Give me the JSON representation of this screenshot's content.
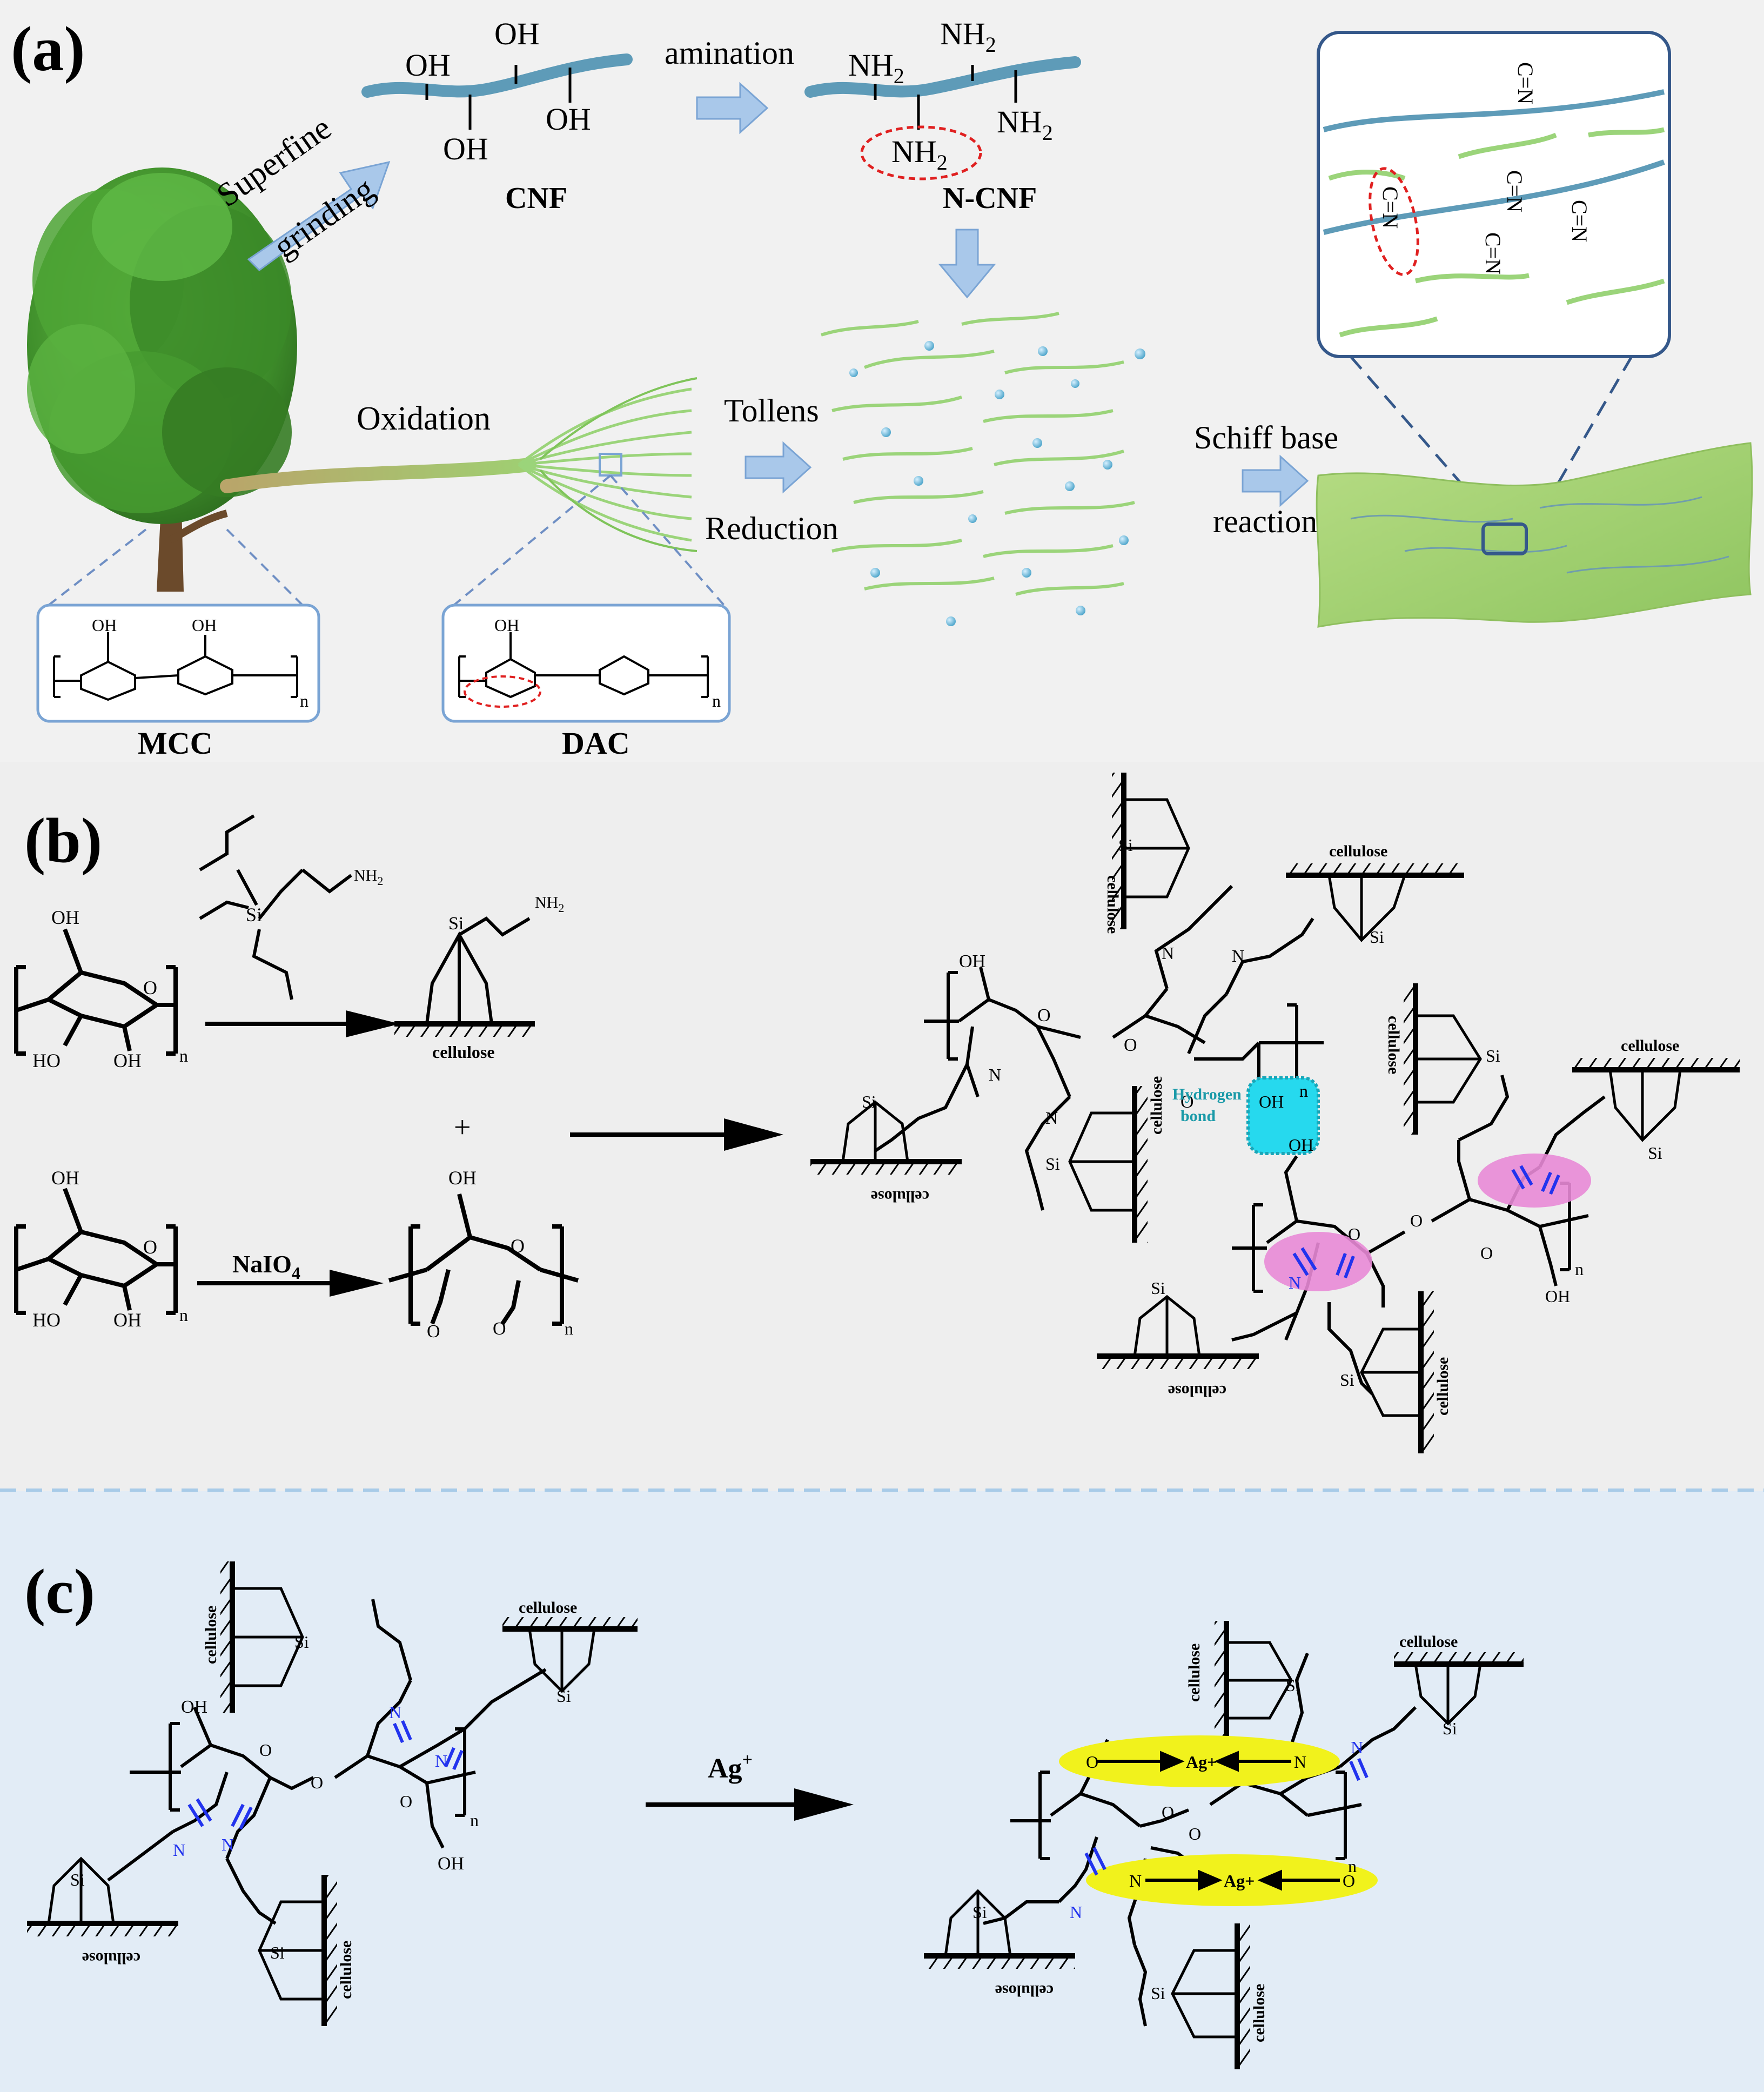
{
  "panels": {
    "a": {
      "label": "(a)",
      "texts": {
        "superfine": "Superfine",
        "grinding": "grinding",
        "amination": "amination",
        "cnf": "CNF",
        "ncnf": "N-CNF",
        "oxidation": "Oxidation",
        "tollens": "Tollens",
        "reduction": "Reduction",
        "schiff_base": "Schiff base",
        "reaction": "reaction",
        "mcc": "MCC",
        "dac": "DAC",
        "oh": "OH",
        "nh2": "NH",
        "sub2": "2",
        "cn": "C=N",
        "n": "n"
      }
    },
    "b": {
      "label": "(b)",
      "texts": {
        "oh": "OH",
        "ho": "HO",
        "nh2": "NH",
        "sub2": "2",
        "si": "Si",
        "o": "O",
        "n": "N",
        "sub_n": "n",
        "cellulose": "cellulose",
        "plus": "+",
        "naio": "NaIO",
        "sub4": "4",
        "hydrogen": "Hydrogen",
        "bond": "bond"
      }
    },
    "c": {
      "label": "(c)",
      "texts": {
        "ag": "Ag",
        "sup": "+",
        "agplus": "Ag+",
        "oh": "OH",
        "si": "Si",
        "o": "O",
        "n": "N",
        "sub_n": "n",
        "cellulose": "cellulose"
      }
    }
  },
  "colors": {
    "panel_a_bg": "#f1f1f1",
    "panel_b_bg": "#eeeeee",
    "panel_c_bg": "#e2ecf6",
    "fiber_blue": "#5e9bb8",
    "fiber_green": "#9bd47a",
    "arrow_blue": "#a9c8ea",
    "imine_blue": "#2233ee",
    "magenta": "#e88ad6",
    "cyan": "#26d9ee",
    "yellow": "#f1f21c",
    "red": "#e02020"
  }
}
